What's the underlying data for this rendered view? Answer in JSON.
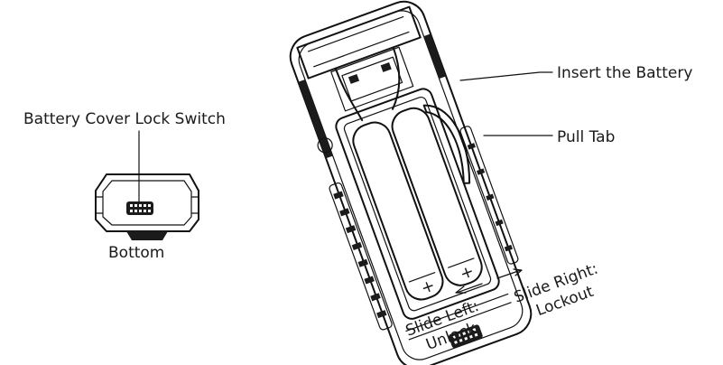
{
  "labels": {
    "insert_battery": "Insert the Battery",
    "pull_tab": "Pull Tab",
    "lock_switch": "Battery Cover Lock Switch",
    "bottom": "Bottom",
    "slide_left_line1": "Slide Left:",
    "slide_left_line2": "Unlock",
    "slide_right_line1": "Slide Right:",
    "slide_right_line2": "Lockout",
    "plus_1": "+",
    "plus_2": "+"
  },
  "colors": {
    "line": "#111111",
    "fill_dark": "#1b1b1b",
    "background": "#ffffff"
  }
}
